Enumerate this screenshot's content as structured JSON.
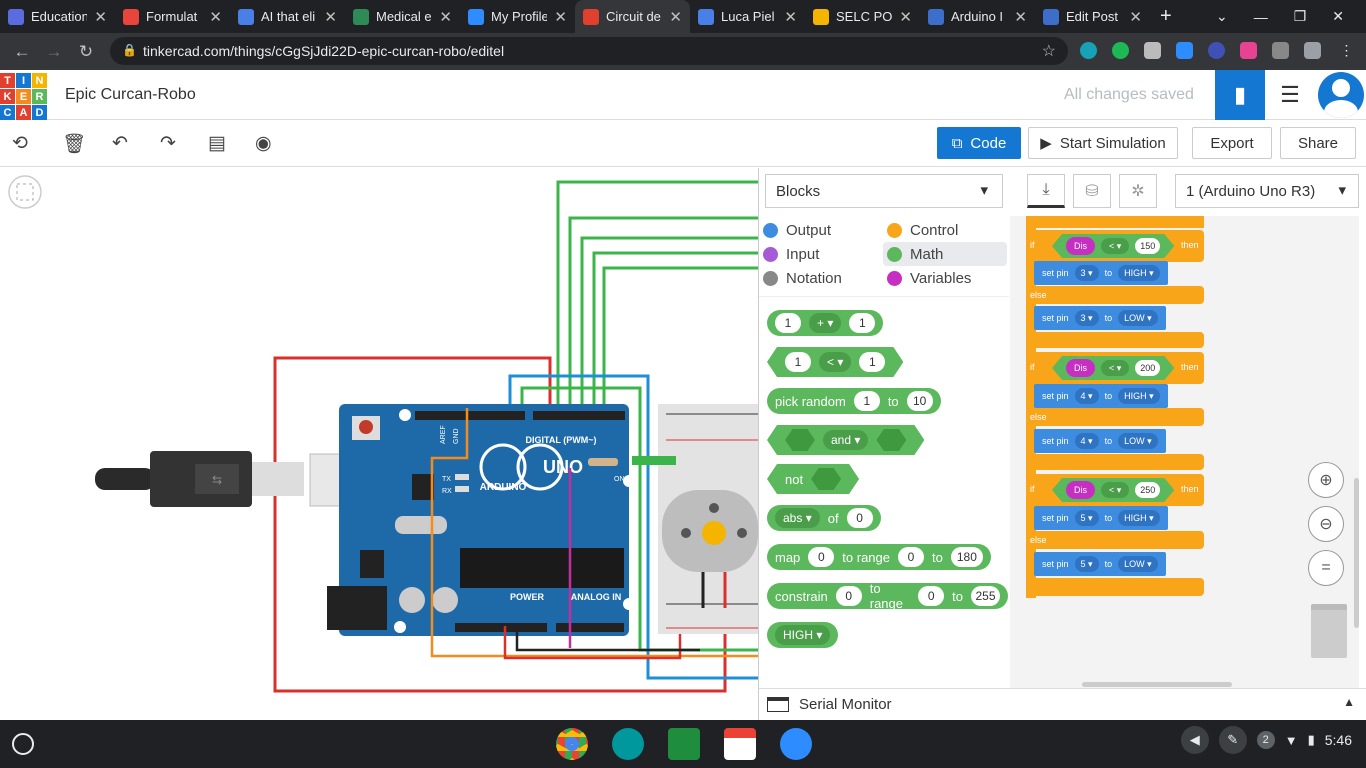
{
  "tabs": [
    {
      "label": "Education",
      "color": "#5b6ce0",
      "active": false
    },
    {
      "label": "Formulat",
      "color": "#e8453c",
      "active": false
    },
    {
      "label": "AI that eli",
      "color": "#4a7fe8",
      "active": false
    },
    {
      "label": "Medical e",
      "color": "#2e8b57",
      "active": false
    },
    {
      "label": "My Profile",
      "color": "#2d8cff",
      "active": false
    },
    {
      "label": "Circuit de",
      "color": "#e2402e",
      "active": true
    },
    {
      "label": "Luca Piel",
      "color": "#4a7fe8",
      "active": false
    },
    {
      "label": "SELC PO",
      "color": "#f4b400",
      "active": false
    },
    {
      "label": "Arduino I",
      "color": "#3d6ec9",
      "active": false
    },
    {
      "label": "Edit Post",
      "color": "#3d6ec9",
      "active": false
    }
  ],
  "url": "tinkercad.com/things/cGgSjJdi22D-epic-curcan-robo/editel",
  "project": {
    "title": "Epic Curcan-Robo",
    "save_status": "All changes saved"
  },
  "logo_letters": [
    "T",
    "I",
    "N",
    "K",
    "E",
    "R",
    "C",
    "A",
    "D"
  ],
  "toolbar": {
    "code": "Code",
    "start": "Start Simulation",
    "export": "Export",
    "share": "Share"
  },
  "code_panel": {
    "mode": "Blocks",
    "device": "1 (Arduino Uno R3)",
    "categories": [
      {
        "label": "Output",
        "color": "#3e8ce0"
      },
      {
        "label": "Control",
        "color": "#f9a51a"
      },
      {
        "label": "Input",
        "color": "#a55ad6"
      },
      {
        "label": "Math",
        "color": "#5cb85c"
      },
      {
        "label": "Notation",
        "color": "#888888"
      },
      {
        "label": "Variables",
        "color": "#c62fc2"
      }
    ],
    "palette": {
      "add": {
        "a": "1",
        "op": "+",
        "b": "1"
      },
      "compare": {
        "a": "1",
        "op": "<",
        "b": "1"
      },
      "random": {
        "label": "pick random",
        "from": "1",
        "to_label": "to",
        "to": "10"
      },
      "and": {
        "label": "and"
      },
      "not": {
        "label": "not"
      },
      "abs": {
        "label": "abs",
        "of": "of",
        "value": "0"
      },
      "map": {
        "label": "map",
        "value": "0",
        "range_label": "to range",
        "from": "0",
        "to_label": "to",
        "to": "180"
      },
      "constrain": {
        "label": "constrain",
        "value": "0",
        "range_label": "to range",
        "from": "0",
        "to_label": "to",
        "to": "255"
      },
      "high": {
        "label": "HIGH"
      }
    },
    "script": [
      {
        "var": "Dis",
        "op": "<",
        "threshold": "150",
        "pin": "3",
        "high": "HIGH",
        "low": "LOW"
      },
      {
        "var": "Dis",
        "op": "<",
        "threshold": "200",
        "pin": "4",
        "high": "HIGH",
        "low": "LOW"
      },
      {
        "var": "Dis",
        "op": "<",
        "threshold": "250",
        "pin": "5",
        "high": "HIGH",
        "low": "LOW"
      }
    ],
    "labels": {
      "if": "if",
      "then": "then",
      "else": "else",
      "set_pin": "set pin",
      "to": "to"
    },
    "serial_monitor": "Serial Monitor"
  },
  "board": {
    "name": "ARDUINO",
    "model": "UNO",
    "digital": "DIGITAL (PWM~)",
    "power": "POWER",
    "analog": "ANALOG IN",
    "on": "ON",
    "tx": "TX",
    "rx": "RX",
    "aref": "AREF",
    "gnd": "GND"
  },
  "status": {
    "time": "5:46",
    "notifications": "2"
  }
}
